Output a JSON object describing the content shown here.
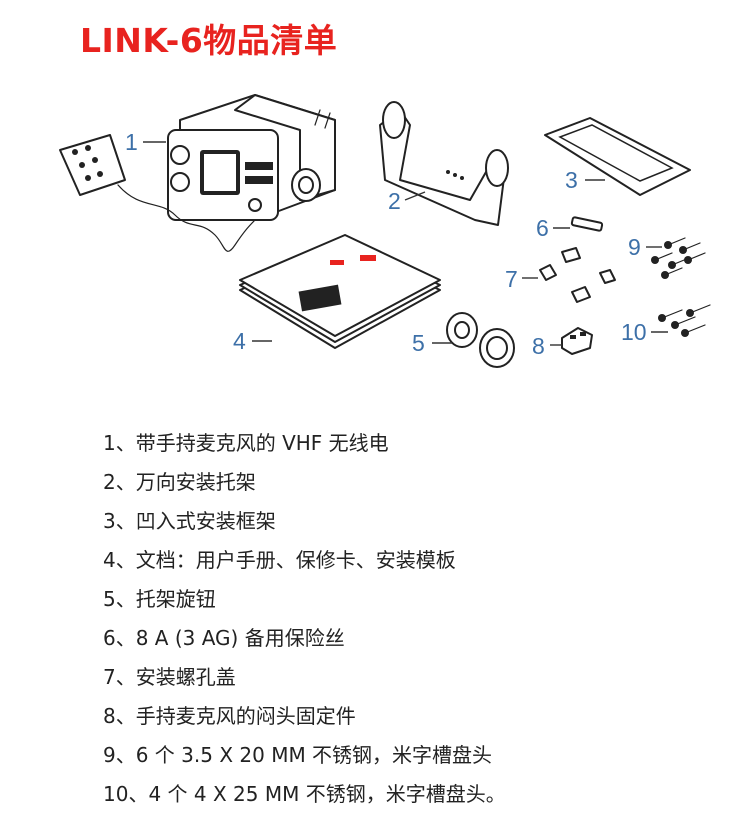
{
  "title": "LINK-6物品清单",
  "callouts": [
    "1",
    "2",
    "3",
    "4",
    "5",
    "6",
    "7",
    "8",
    "9",
    "10"
  ],
  "items": [
    "1、带手持麦克风的 VHF 无线电",
    "2、万向安装托架",
    "3、凹入式安装框架",
    "4、文档：用户手册、保修卡、安装模板",
    "5、托架旋钮",
    "6、8 A (3 AG) 备用保险丝",
    "7、安装螺孔盖",
    "8、手持麦克风的闷头固定件",
    "9、6 个 3.5 X 20 MM 不锈钢，米字槽盘头",
    "10、4 个 4 X 25 MM 不锈钢，米字槽盘头。"
  ],
  "colors": {
    "title": "#e8231f",
    "callout": "#3d70a8",
    "text": "#222222"
  },
  "icons": [
    "vhf-radio-icon",
    "microphone-icon",
    "bracket-icon",
    "flush-frame-icon",
    "documents-icon",
    "knob-icon",
    "fuse-icon",
    "screw-cover-icon",
    "mic-clip-icon",
    "screw-icon"
  ]
}
